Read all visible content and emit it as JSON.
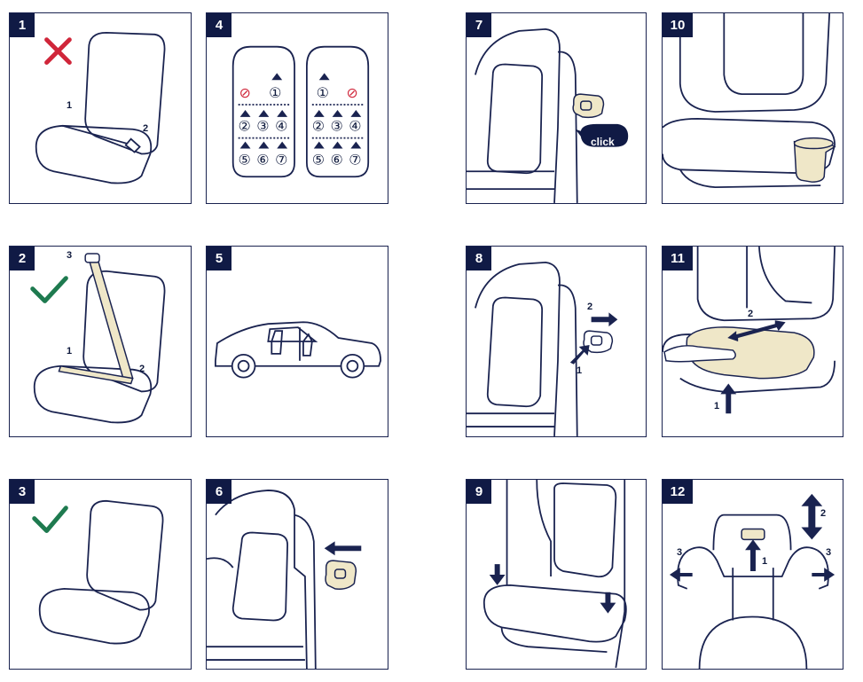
{
  "panels": [
    {
      "id": "1",
      "labels": [
        "1",
        "2"
      ]
    },
    {
      "id": "2",
      "labels": [
        "3",
        "1",
        "2"
      ]
    },
    {
      "id": "3",
      "labels": []
    },
    {
      "id": "4",
      "car_left": {
        "row1": [
          "⊘",
          "①"
        ],
        "row2": [
          "②",
          "③",
          "④"
        ],
        "row3": [
          "⑤",
          "⑥",
          "⑦"
        ]
      },
      "car_right": {
        "row1": [
          "①",
          "⊘"
        ],
        "row2": [
          "②",
          "③",
          "④"
        ],
        "row3": [
          "⑤",
          "⑥",
          "⑦"
        ]
      }
    },
    {
      "id": "5",
      "labels": []
    },
    {
      "id": "6",
      "labels": []
    },
    {
      "id": "7",
      "callout": "click"
    },
    {
      "id": "8",
      "labels": [
        "2",
        "1"
      ]
    },
    {
      "id": "9",
      "labels": []
    },
    {
      "id": "10",
      "labels": []
    },
    {
      "id": "11",
      "labels": [
        "2",
        "1"
      ]
    },
    {
      "id": "12",
      "labels": [
        "2",
        "3",
        "3",
        "1"
      ]
    }
  ],
  "colors": {
    "ink": "#1a2350",
    "badge": "#101a45",
    "cross": "#d0263a",
    "check": "#1e7a4f",
    "beige": "#efe7c8"
  },
  "icons": {
    "forbidden": "cross-icon",
    "allowed": "checkmark-icon"
  }
}
